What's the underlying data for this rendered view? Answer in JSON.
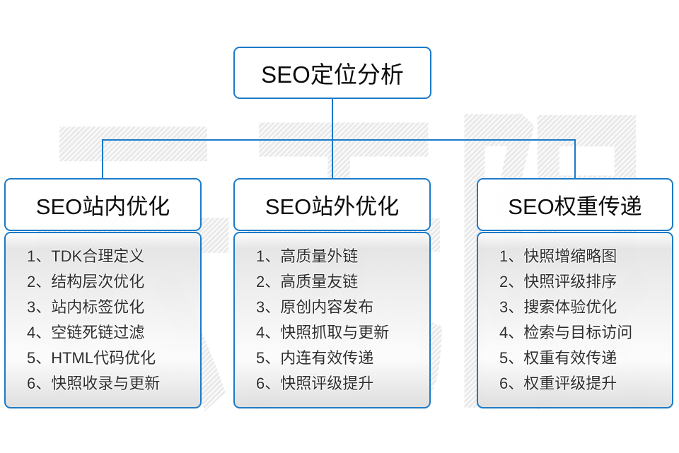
{
  "watermark": "云无限",
  "colors": {
    "accent": "#1b7ac9",
    "watermark_gray": "#e9e9e9"
  },
  "root": {
    "label": "SEO定位分析"
  },
  "columns": [
    {
      "title": "SEO站内优化",
      "items": [
        "1、TDK合理定义",
        "2、结构层次优化",
        "3、站内标签优化",
        "4、空链死链过滤",
        "5、HTML代码优化",
        "6、快照收录与更新"
      ]
    },
    {
      "title": "SEO站外优化",
      "items": [
        "1、高质量外链",
        "2、高质量友链",
        "3、原创内容发布",
        "4、快照抓取与更新",
        "5、内连有效传递",
        "6、快照评级提升"
      ]
    },
    {
      "title": "SEO权重传递",
      "items": [
        "1、快照增缩略图",
        "2、快照评级排序",
        "3、搜索体验优化",
        "4、检索与目标访问",
        "5、权重有效传递",
        "6、权重评级提升"
      ]
    }
  ]
}
